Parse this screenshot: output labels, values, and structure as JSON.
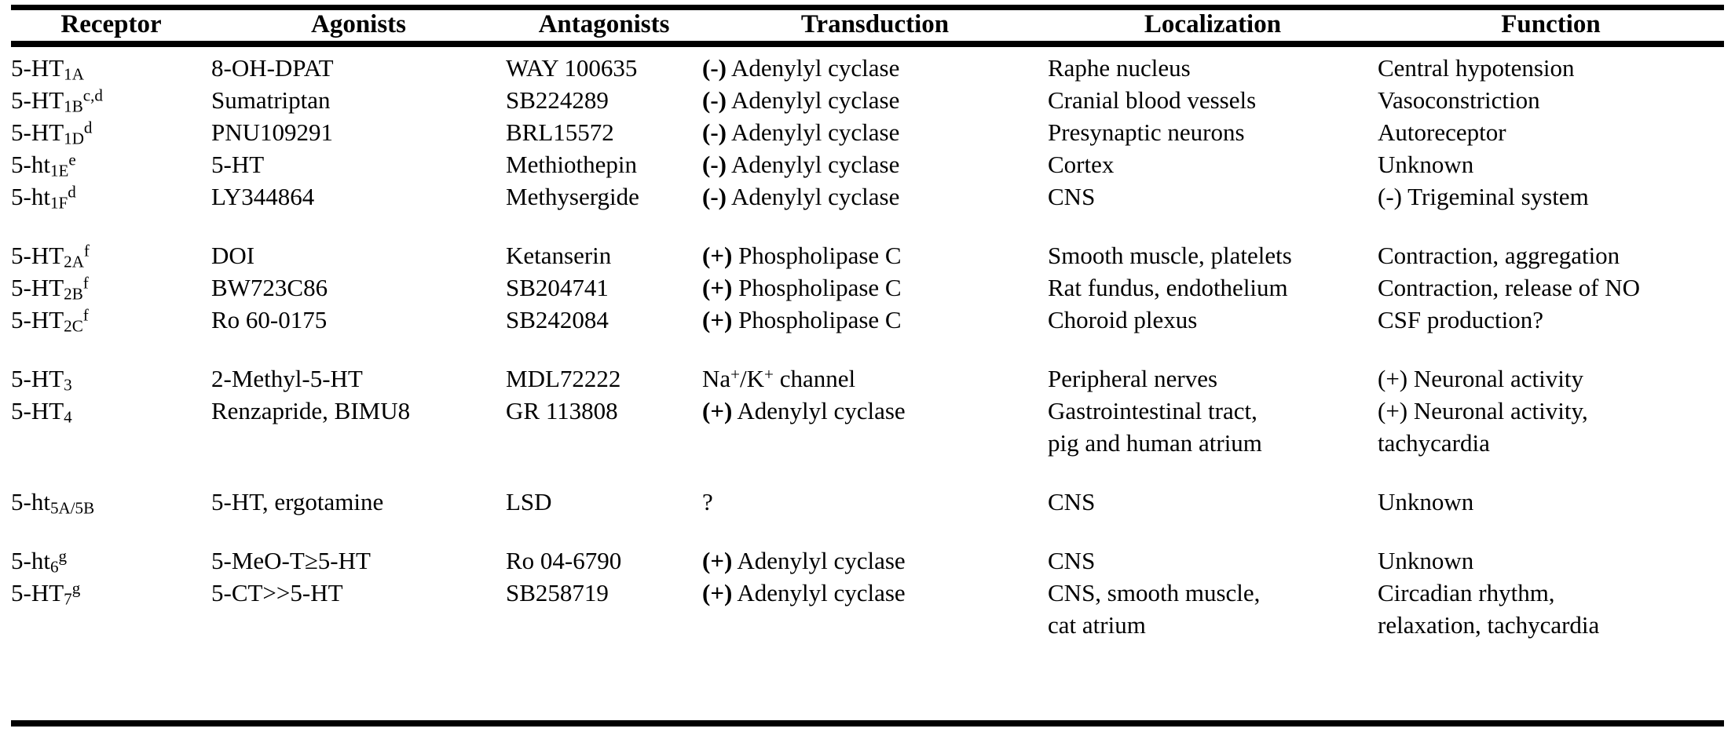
{
  "table": {
    "headers": [
      "Receptor",
      "Agonists",
      "Antagonists",
      "Transduction",
      "Localization",
      "Function"
    ],
    "groups": [
      {
        "rows": [
          {
            "receptor_base": "5-HT",
            "receptor_sub": "1A",
            "receptor_sup": "",
            "agonist": "8-OH-DPAT",
            "antagonist": "WAY 100635",
            "transduction_sign": "(-)",
            "transduction": " Adenylyl cyclase",
            "localization": "Raphe nucleus",
            "function_sign": "",
            "function": "Central hypotension"
          },
          {
            "receptor_base": "5-HT",
            "receptor_sub": "1B",
            "receptor_sup": "c,d",
            "agonist": "Sumatriptan",
            "antagonist": "SB224289",
            "transduction_sign": "(-)",
            "transduction": " Adenylyl cyclase",
            "localization": "Cranial blood vessels",
            "function_sign": "",
            "function": "Vasoconstriction"
          },
          {
            "receptor_base": "5-HT",
            "receptor_sub": "1D",
            "receptor_sup": "d",
            "agonist": "PNU109291",
            "antagonist": "BRL15572",
            "transduction_sign": "(-)",
            "transduction": " Adenylyl cyclase",
            "localization": "Presynaptic neurons",
            "function_sign": "",
            "function": "Autoreceptor"
          },
          {
            "receptor_base": "5-ht",
            "receptor_sub": "1E",
            "receptor_sup": "e",
            "agonist": "5-HT",
            "antagonist": "Methiothepin",
            "transduction_sign": "(-)",
            "transduction": " Adenylyl cyclase",
            "localization": "Cortex",
            "function_sign": "",
            "function": "Unknown"
          },
          {
            "receptor_base": "5-ht",
            "receptor_sub": "1F",
            "receptor_sup": "d",
            "agonist": "LY344864",
            "antagonist": "Methysergide",
            "transduction_sign": "(-)",
            "transduction": " Adenylyl cyclase",
            "localization": "CNS",
            "function_sign": "(-)",
            "function": " Trigeminal system"
          }
        ]
      },
      {
        "rows": [
          {
            "receptor_base": "5-HT",
            "receptor_sub": "2A",
            "receptor_sup": "f",
            "agonist": "DOI",
            "antagonist": "Ketanserin",
            "transduction_sign": "(+)",
            "transduction": " Phospholipase C",
            "localization": "Smooth muscle, platelets",
            "function_sign": "",
            "function": "Contraction, aggregation"
          },
          {
            "receptor_base": "5-HT",
            "receptor_sub": "2B",
            "receptor_sup": "f",
            "agonist": "BW723C86",
            "antagonist": "SB204741",
            "transduction_sign": "(+)",
            "transduction": " Phospholipase C",
            "localization": "Rat fundus, endothelium",
            "function_sign": "",
            "function": "Contraction, release of NO"
          },
          {
            "receptor_base": "5-HT",
            "receptor_sub": "2C",
            "receptor_sup": "f",
            "agonist": "Ro 60-0175",
            "antagonist": "SB242084",
            "transduction_sign": "(+)",
            "transduction": " Phospholipase C",
            "localization": "Choroid plexus",
            "function_sign": "",
            "function": "CSF production?"
          }
        ]
      },
      {
        "rows": [
          {
            "receptor_base": "5-HT",
            "receptor_sub": "3",
            "receptor_sup": "",
            "agonist": "2-Methyl-5-HT",
            "antagonist": "MDL72222",
            "transduction_sign": "",
            "transduction": "NA_K_CHANNEL",
            "transduction_text": "Na+/K+ channel",
            "localization": "Peripheral nerves",
            "function_sign": "(+)",
            "function": " Neuronal activity"
          },
          {
            "receptor_base": "5-HT",
            "receptor_sub": "4",
            "receptor_sup": "",
            "agonist": "Renzapride, BIMU8",
            "antagonist": "GR 113808",
            "transduction_sign": "(+)",
            "transduction": " Adenylyl cyclase",
            "localization": "Gastrointestinal tract,\npig and human atrium",
            "function_sign": "(+)",
            "function": " Neuronal activity,\ntachycardia"
          }
        ]
      },
      {
        "rows": [
          {
            "receptor_base": "5-ht",
            "receptor_sub": "5A/5B",
            "receptor_sup": "",
            "agonist": "5-HT, ergotamine",
            "antagonist": "LSD",
            "transduction_sign": "",
            "transduction": "?",
            "localization": "CNS",
            "function_sign": "",
            "function": "Unknown"
          }
        ]
      },
      {
        "rows": [
          {
            "receptor_base": "5-ht",
            "receptor_sub": "6",
            "receptor_sup": "g",
            "agonist": "5-MeO-T≥5-HT",
            "antagonist": "Ro 04-6790",
            "transduction_sign": "(+)",
            "transduction": " Adenylyl cyclase",
            "localization": "CNS",
            "function_sign": "",
            "function": "Unknown"
          },
          {
            "receptor_base": "5-HT",
            "receptor_sub": "7",
            "receptor_sup": "g",
            "agonist": "5-CT>>5-HT",
            "antagonist": "SB258719",
            "transduction_sign": "(+)",
            "transduction": " Adenylyl cyclase",
            "localization": "CNS, smooth muscle,\ncat atrium",
            "function_sign": "",
            "function": "Circadian rhythm,\nrelaxation, tachycardia"
          }
        ]
      }
    ]
  },
  "style": {
    "rule_color": "#000000",
    "text_color": "#000000",
    "background": "#ffffff"
  }
}
